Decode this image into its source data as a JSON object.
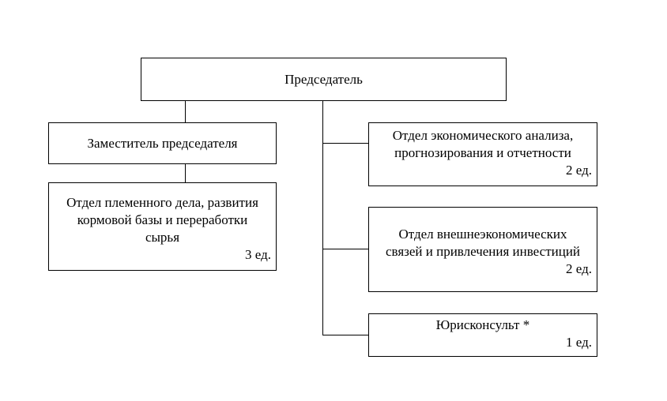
{
  "chart": {
    "chairman": "Председатель",
    "deputy": "Заместитель председателя",
    "breeding_dept": {
      "line1": "Отдел племенного дела, развития",
      "line2": "кормовой базы и переработки",
      "line3": "сырья",
      "units": "3 ед."
    },
    "economic_dept": {
      "line1": "Отдел экономического анализа,",
      "line2": "прогнозирования и отчетности",
      "units": "2 ед."
    },
    "foreign_dept": {
      "line1": "Отдел внешнеэкономических",
      "line2": "связей и привлечения инвестиций",
      "units": "2 ед."
    },
    "legal": {
      "title": "Юрисконсульт *",
      "units": "1 ед."
    }
  }
}
